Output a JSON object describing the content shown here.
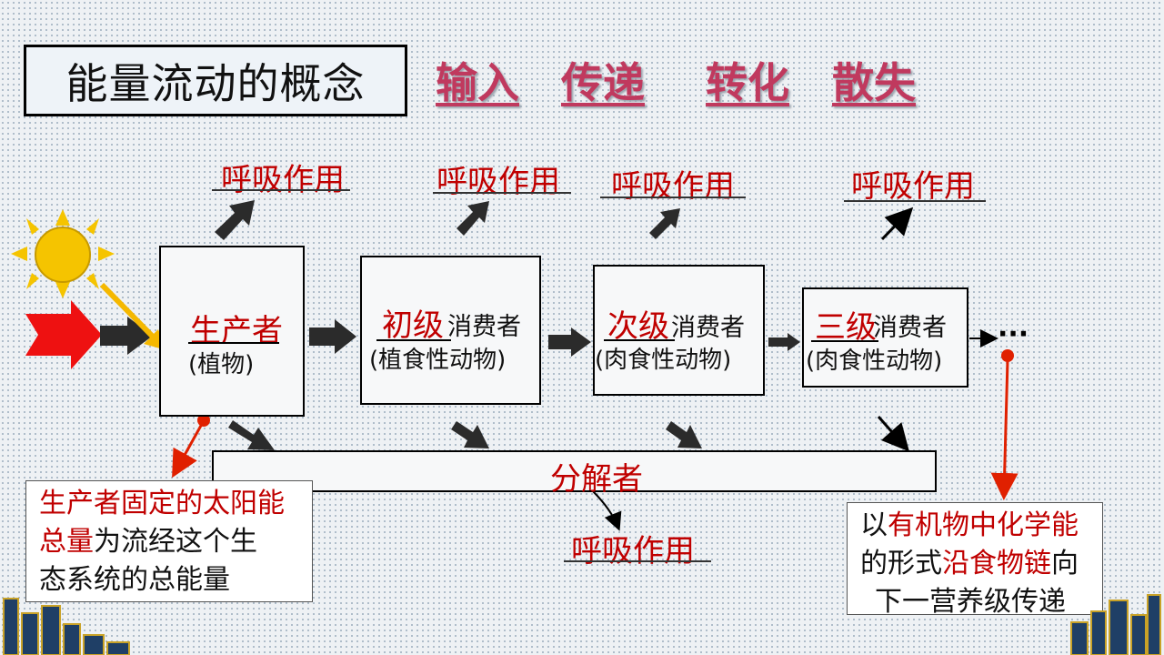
{
  "title": "能量流动的概念",
  "keywords": [
    "输入",
    "传递",
    "转化",
    "散失"
  ],
  "respiration": "呼吸作用",
  "producer": {
    "label": "生产者",
    "sub": "(植物)"
  },
  "primary": {
    "level": "初级",
    "label": "消费者",
    "sub": "(植食性动物)"
  },
  "secondary": {
    "level": "次级",
    "label": "消费者",
    "sub": "(肉食性动物)"
  },
  "tertiary": {
    "level": "三级",
    "label": "消费者",
    "sub": "(肉食性动物)"
  },
  "ellipsis": "···",
  "decomposer": "分解者",
  "note_left": {
    "red1": "生产者固定的太阳能",
    "red2": "总量",
    "text2": "为流经这个生",
    "text3": "态系统的总能量"
  },
  "note_right": {
    "t1": "以",
    "r1": "有机物中化学能",
    "t2": "的形式",
    "r2": "沿食物链",
    "t3": "向",
    "t4": "下一营养级传递"
  },
  "colors": {
    "accent_red": "#c00000",
    "keyword": "#c0395e",
    "sun": "#f5c400",
    "arrow_dark": "#2b2b2b"
  }
}
